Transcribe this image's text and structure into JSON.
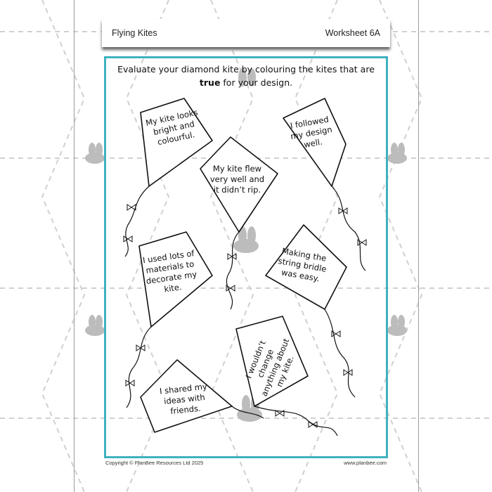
{
  "header": {
    "title": "Flying Kites",
    "worksheet": "Worksheet 6A"
  },
  "instructions": {
    "line1": "Evaluate your diamond kite by colouring the kites that are",
    "bold": "true",
    "line2_rest": " for your design."
  },
  "kites": [
    {
      "text": "My kite looks bright and colourful."
    },
    {
      "text": "I followed my design well."
    },
    {
      "text": "My kite flew very well and it didn’t rip."
    },
    {
      "text": "I used lots of materials to decorate my kite."
    },
    {
      "text": "Making the string bridle was easy."
    },
    {
      "text": "I wouldn’t change anything about my kite."
    },
    {
      "text": "I shared my ideas with friends."
    }
  ],
  "footer": {
    "copyright": "Copyright © PlanBee Resources Ltd 2025",
    "website": "www.planbee.com"
  },
  "colors": {
    "frame": "#3fb1bf",
    "bee": "#b5b5b5"
  }
}
